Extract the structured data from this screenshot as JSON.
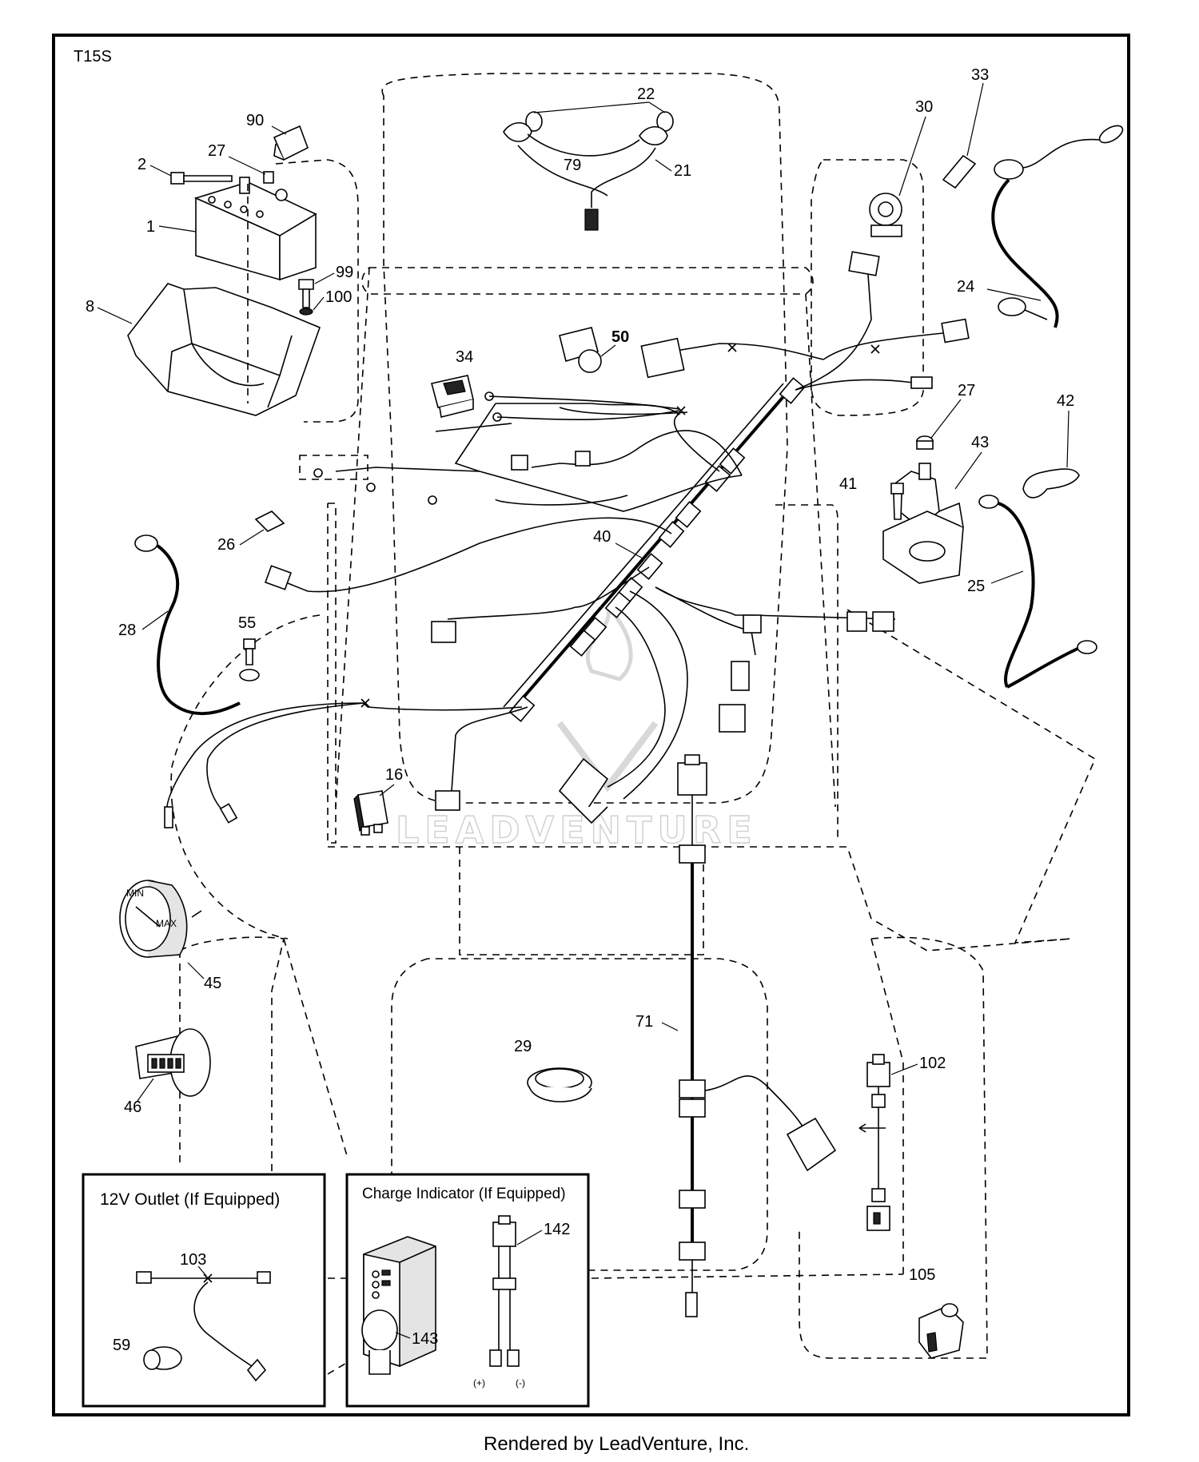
{
  "model_tag": "T15S",
  "footer": "Rendered by LeadVenture, Inc.",
  "watermark": "LEADVENTURE",
  "insets": {
    "outlet": {
      "title": "12V Outlet  (If Equipped)"
    },
    "charge": {
      "title": "Charge Indicator (If Equipped)",
      "plus": "(+)",
      "minus": "(-)"
    }
  },
  "callouts": [
    "1",
    "2",
    "8",
    "16",
    "21",
    "22",
    "24",
    "25",
    "26",
    "27",
    "28",
    "29",
    "30",
    "33",
    "34",
    "40",
    "41",
    "42",
    "43",
    "45",
    "46",
    "50",
    "55",
    "59",
    "71",
    "79",
    "90",
    "99",
    "100",
    "102",
    "103",
    "105",
    "142",
    "143"
  ],
  "colors": {
    "line": "#000000",
    "background": "#ffffff",
    "watermark": "#cfcfcf"
  }
}
